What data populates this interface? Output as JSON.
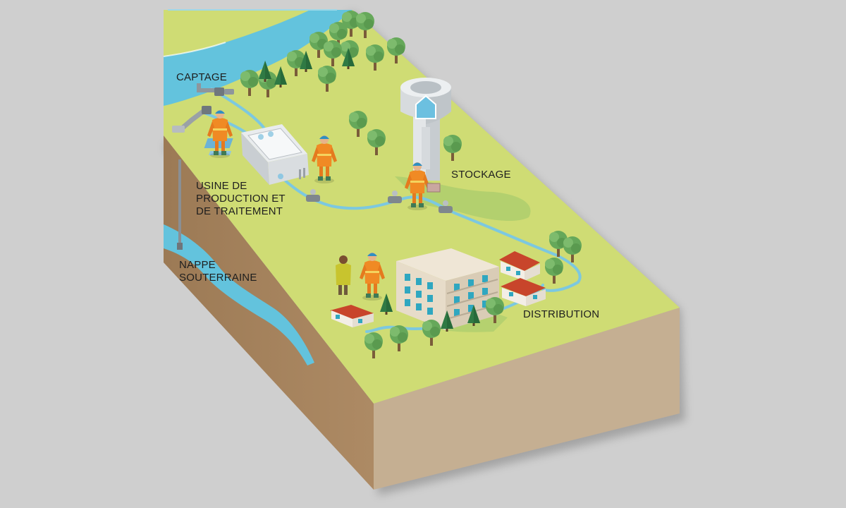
{
  "diagram": {
    "labels": {
      "captage": "CAPTAGE",
      "usine": [
        "USINE DE",
        "PRODUCTION ET",
        "DE TRAITEMENT"
      ],
      "nappe": [
        "NAPPE",
        "SOUTERRAINE"
      ],
      "stockage": "STOCKAGE",
      "distribution": "DISTRIBUTION"
    },
    "colors": {
      "background": "#cfcfcf",
      "grass": "#cfdc74",
      "grass_light": "#d9e39a",
      "river": "#63c3dd",
      "pipe": "#7cc8e0",
      "soil_front": "#a5825e",
      "soil_right": "#c5af92",
      "worker_suit": "#f08a24",
      "roof": "#c8452b"
    },
    "icons": [
      "tree-icon",
      "conifer-icon",
      "worker-icon",
      "water-tower-icon",
      "treatment-plant-icon",
      "house-icon",
      "apartment-building-icon",
      "valve-icon",
      "pump-icon"
    ]
  }
}
